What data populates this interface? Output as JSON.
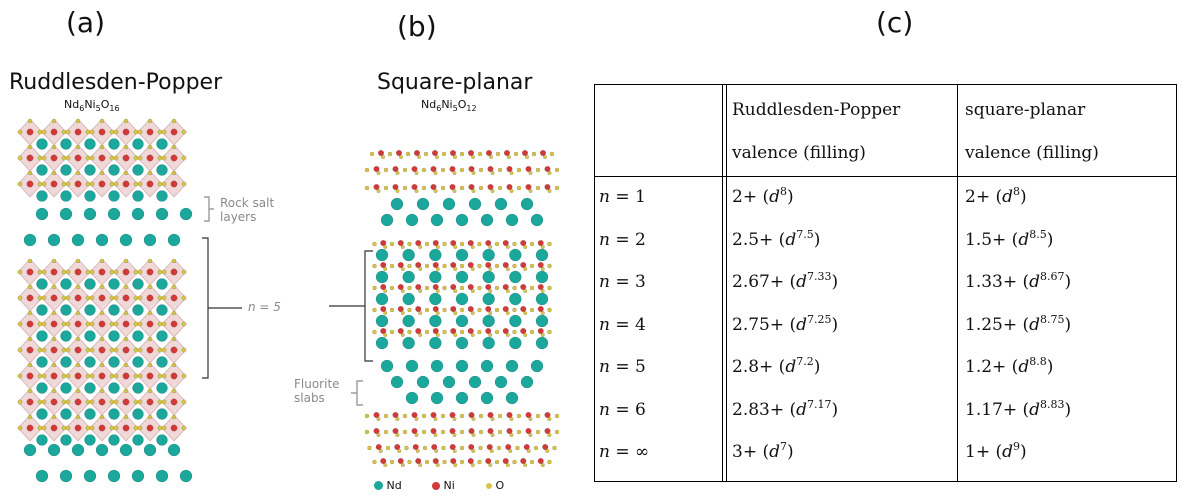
{
  "panel_a": {
    "label": "(a)",
    "title": "Ruddlesden-Popper",
    "formula": {
      "el1": "Nd",
      "n1": "6",
      "el2": "Ni",
      "n2": "5",
      "el3": "O",
      "n3": "16"
    },
    "annotation_rock_salt": "Rock salt\nlayers",
    "annotation_n": "n = 5"
  },
  "panel_b": {
    "label": "(b)",
    "title": "Square-planar",
    "formula": {
      "el1": "Nd",
      "n1": "6",
      "el2": "Ni",
      "n2": "5",
      "el3": "O",
      "n3": "12"
    },
    "annotation_fluorite": "Fluorite\nslabs",
    "legend": [
      {
        "name": "Nd",
        "color": "#1aa79c"
      },
      {
        "name": "Ni",
        "color": "#d23a3a"
      },
      {
        "name": "O",
        "color": "#d8c44a"
      }
    ]
  },
  "panel_c": {
    "label": "(c)",
    "header": {
      "col1_line1": "Ruddlesden-Popper",
      "col1_line2": "valence (filling)",
      "col2_line1": "square-planar",
      "col2_line2": "valence (filling)"
    },
    "rows": [
      {
        "n_var": "n",
        "n_eq": " = ",
        "n_val": "1",
        "rp_val": "2+",
        "rp_exp": "8",
        "sp_val": "2+",
        "sp_exp": "8"
      },
      {
        "n_var": "n",
        "n_eq": " = ",
        "n_val": "2",
        "rp_val": "2.5+",
        "rp_exp": "7.5",
        "sp_val": "1.5+",
        "sp_exp": "8.5"
      },
      {
        "n_var": "n",
        "n_eq": " = ",
        "n_val": "3",
        "rp_val": "2.67+",
        "rp_exp": "7.33",
        "sp_val": "1.33+",
        "sp_exp": "8.67"
      },
      {
        "n_var": "n",
        "n_eq": " = ",
        "n_val": "4",
        "rp_val": "2.75+",
        "rp_exp": "7.25",
        "sp_val": "1.25+",
        "sp_exp": "8.75"
      },
      {
        "n_var": "n",
        "n_eq": " = ",
        "n_val": "5",
        "rp_val": "2.8+",
        "rp_exp": "7.2",
        "sp_val": "1.2+",
        "sp_exp": "8.8"
      },
      {
        "n_var": "n",
        "n_eq": " = ",
        "n_val": "6",
        "rp_val": "2.83+",
        "rp_exp": "7.17",
        "sp_val": "1.17+",
        "sp_exp": "8.83"
      },
      {
        "n_var": "n",
        "n_eq": " = ",
        "n_val": "∞",
        "rp_val": "3+",
        "rp_exp": "7",
        "sp_val": "1+",
        "sp_exp": "9"
      }
    ],
    "d_symbol": "d"
  }
}
